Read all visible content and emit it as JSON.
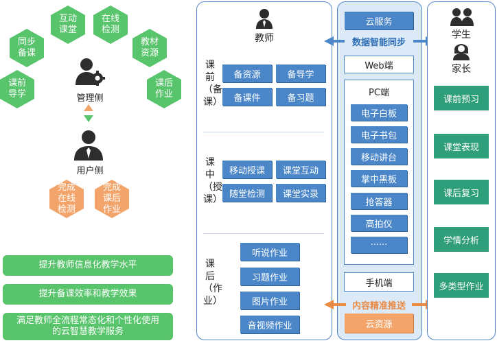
{
  "left": {
    "top_hexagons": [
      "互动课堂",
      "在线检测",
      "同步备课",
      "教材资源",
      "课前导学",
      "课后作业"
    ],
    "admin_label": "管理侧",
    "user_label": "用户侧",
    "user_hexagons": [
      "完成在线检测",
      "完成课后作业"
    ],
    "pills": [
      "提升教师信息化教学水平",
      "提升备课效率和教学效果",
      "满足教师全流程常态化和个性化使用的云智慧教学服务"
    ]
  },
  "teacher": {
    "label": "教师",
    "sections": [
      {
        "label": "课前（备课）",
        "items": [
          "备资源",
          "备导学",
          "备课件",
          "备习题"
        ]
      },
      {
        "label": "课中（授课）",
        "items": [
          "移动授课",
          "课堂互动",
          "随堂检测",
          "课堂实录"
        ]
      },
      {
        "label": "课后（作业）",
        "items": [
          "听说作业",
          "习题作业",
          "图片作业",
          "音视频作业"
        ]
      }
    ]
  },
  "center": {
    "cloud_service": "云服务",
    "sync_label": "数据智能同步",
    "web": "Web端",
    "pc_title": "PC端",
    "pc_items": [
      "电子白板",
      "电子书包",
      "移动讲台",
      "掌中黑板",
      "抢答器",
      "高拍仪",
      "······"
    ],
    "mobile": "手机端",
    "push_label": "内容精准推送",
    "cloud_resource": "云资源"
  },
  "right": {
    "student_label": "学生",
    "parent_label": "家长",
    "items": [
      "课前预习",
      "课堂表现",
      "课后复习",
      "学情分析",
      "多类型作业"
    ]
  },
  "colors": {
    "green": "#58c46b",
    "orange": "#f2a46a",
    "blue": "#4a86c8",
    "teal": "#2f9e7a",
    "accent_orange": "#e98a45"
  }
}
